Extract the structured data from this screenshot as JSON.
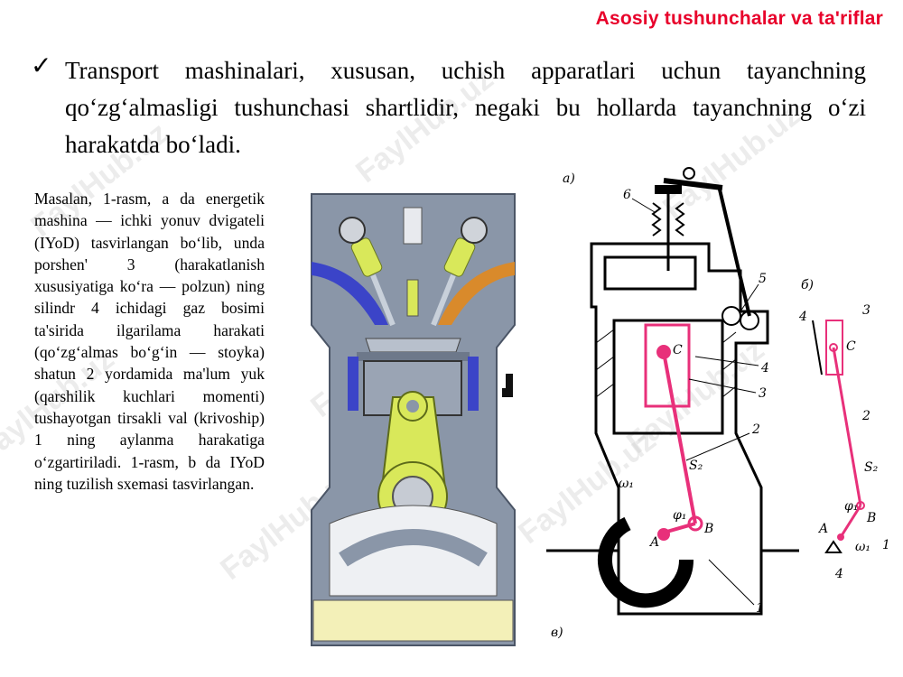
{
  "header": {
    "title": "Asosiy tushunchalar va ta'riflar"
  },
  "bullet": {
    "icon": "checkmark-icon",
    "text": "Transport mashinalari, xususan, uchish apparatlari uchun tayanchning qo‘zg‘almasligi tushunchasi shartlidir, negaki bu hollarda tayanchning o‘zi harakatda bo‘ladi."
  },
  "side_text": "Masalan, 1-rasm, a da energetik mashina — ichki yonuv dvigateli (IYoD) tasvirlangan bo‘lib, unda porshen' 3 (harakatlanish xususiyatiga ko‘ra — polzun) ning silindr 4 ichidagi gaz bosimi ta'sirida ilgarilama harakati (qo‘zg‘almas bo‘g‘in — stoyka) shatun 2 yordamida ma'lum yuk (qarshilik kuchlari momenti) tushayotgan tirsakli val (krivoship) 1 ning aylanma harakatiga o‘zgartiriladi. 1-rasm, b da IYoD ning tuzilish sxemasi tasvirlangan.",
  "watermark": "FaylHub.uz",
  "figure_labels": {
    "a": "a)",
    "b": "б)",
    "v": "в)",
    "six": "6",
    "five": "5",
    "four": "4",
    "three": "3",
    "two": "2",
    "one": "1",
    "C": "C",
    "S2": "S₂",
    "w1": "ω₁",
    "phi1": "φ₁",
    "B": "B",
    "A": "A"
  },
  "colors": {
    "title": "#e8002a",
    "diagram_pink": "#e8307a",
    "engine_gray": "#8a96a8",
    "rod_yellow": "#d9e85a",
    "intake_blue": "#3b44c8",
    "exhaust_orange": "#d98a2b"
  }
}
